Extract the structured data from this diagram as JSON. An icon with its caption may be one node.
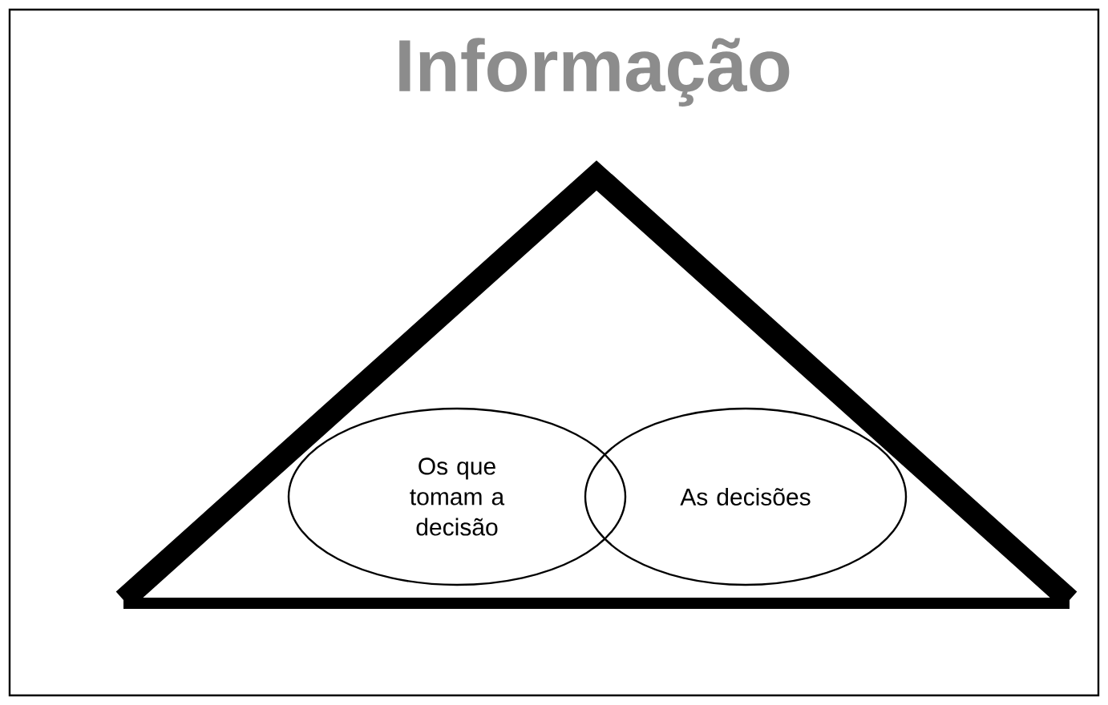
{
  "diagram": {
    "title": "Informação",
    "nodes": [
      {
        "text": [],
        "shape": "triangle"
      },
      {
        "text": [
          "Os que tomam a decisão"
        ],
        "in": 0
      },
      {
        "text": [
          "As decisões"
        ],
        "in": 0
      }
    ]
  }
}
